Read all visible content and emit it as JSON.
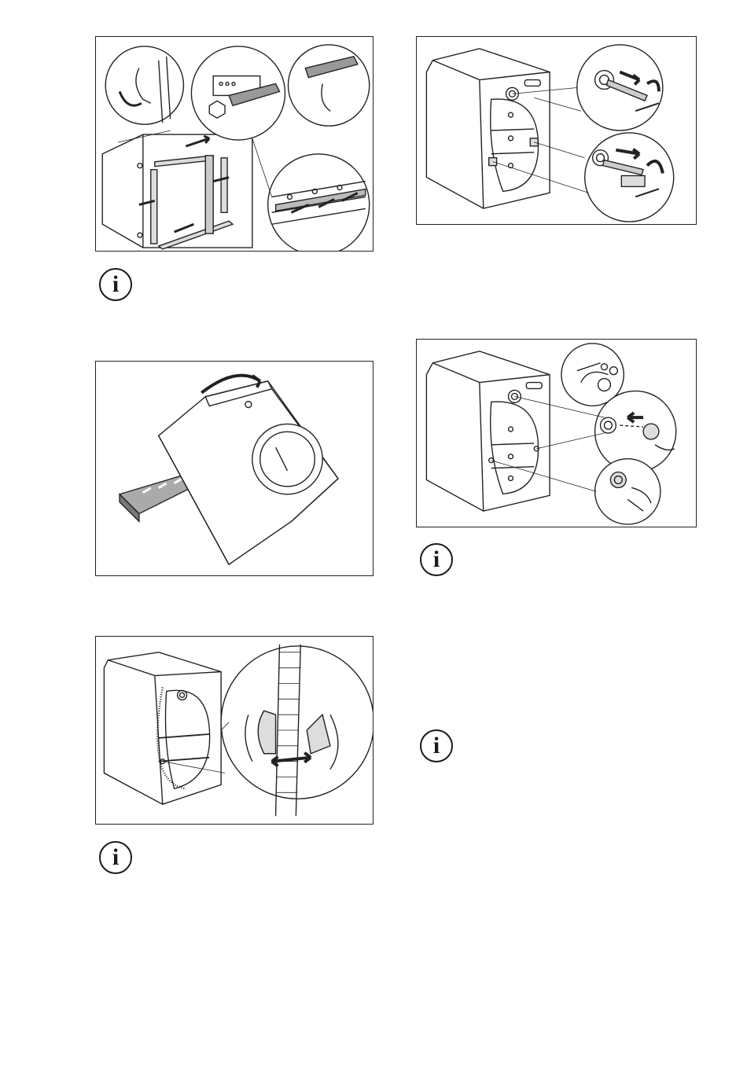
{
  "page": {
    "figures": [
      {
        "id": "fig-remove-transit-strips",
        "icon": "transit-strips-illustration"
      },
      {
        "id": "fig-remove-rear-bolts",
        "icon": "rear-bolts-illustration"
      },
      {
        "id": "fig-insert-plastic-caps",
        "icon": "plastic-caps-illustration"
      },
      {
        "id": "fig-tilt-appliance",
        "icon": "tilt-appliance-illustration"
      },
      {
        "id": "fig-release-hose",
        "icon": "hose-clip-illustration"
      }
    ],
    "info_icons": [
      {
        "id": "info-1",
        "glyph": "i"
      },
      {
        "id": "info-2",
        "glyph": "i"
      },
      {
        "id": "info-3",
        "glyph": "i"
      },
      {
        "id": "info-4",
        "glyph": "i"
      }
    ]
  }
}
